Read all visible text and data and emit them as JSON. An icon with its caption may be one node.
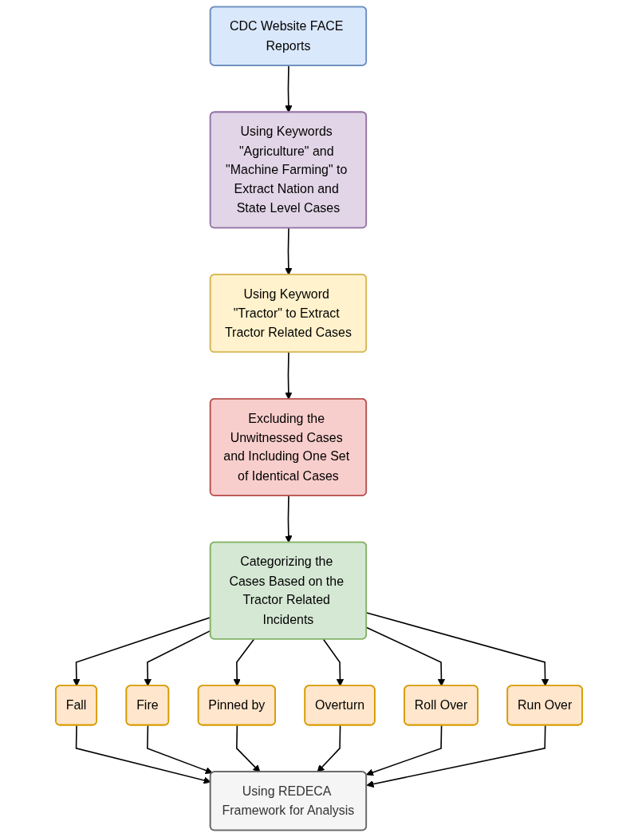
{
  "diagram": {
    "nodes": [
      {
        "text": [
          "CDC Website FACE Reports"
        ]
      },
      {
        "text": [
          "Using Keywords \"Agriculture\" and \"Machine Farming\" to Extract Nation and State Level Cases"
        ]
      },
      {
        "text": [
          "Using Keyword \"Tractor\" to Extract Tractor Related Cases"
        ]
      },
      {
        "text": [
          "Excluding the Unwitnessed Cases and Including One Set of Identical Cases"
        ]
      },
      {
        "text": [
          "Categorizing the Cases Based on the Tractor Related Incidents"
        ]
      },
      {
        "text": [
          "Fall"
        ]
      },
      {
        "text": [
          "Fire"
        ]
      },
      {
        "text": [
          "Pinned by"
        ]
      },
      {
        "text": [
          "Overturn"
        ]
      },
      {
        "text": [
          "Roll Over"
        ]
      },
      {
        "text": [
          "Run Over"
        ]
      },
      {
        "text": [
          "Using REDECA Framework for Analysis"
        ]
      }
    ],
    "edges": [
      {
        "from": 0,
        "to": 1,
        "arrow": "to"
      },
      {
        "from": 1,
        "to": 2,
        "arrow": "to"
      },
      {
        "from": 2,
        "to": 3,
        "arrow": "to"
      },
      {
        "from": 3,
        "to": 4,
        "arrow": "to"
      },
      {
        "from": 4,
        "to": 5,
        "arrow": "to"
      },
      {
        "from": 4,
        "to": 6,
        "arrow": "to"
      },
      {
        "from": 4,
        "to": 7,
        "arrow": "to"
      },
      {
        "from": 4,
        "to": 8,
        "arrow": "to"
      },
      {
        "from": 4,
        "to": 9,
        "arrow": "to"
      },
      {
        "from": 4,
        "to": 10,
        "arrow": "to"
      },
      {
        "from": 5,
        "to": 11,
        "arrow": "to"
      },
      {
        "from": 6,
        "to": 11,
        "arrow": "to"
      },
      {
        "from": 7,
        "to": 11,
        "arrow": "to"
      },
      {
        "from": 8,
        "to": 11,
        "arrow": "to"
      },
      {
        "from": 9,
        "to": 11,
        "arrow": "to"
      },
      {
        "from": 10,
        "to": 11,
        "arrow": "to"
      }
    ]
  }
}
